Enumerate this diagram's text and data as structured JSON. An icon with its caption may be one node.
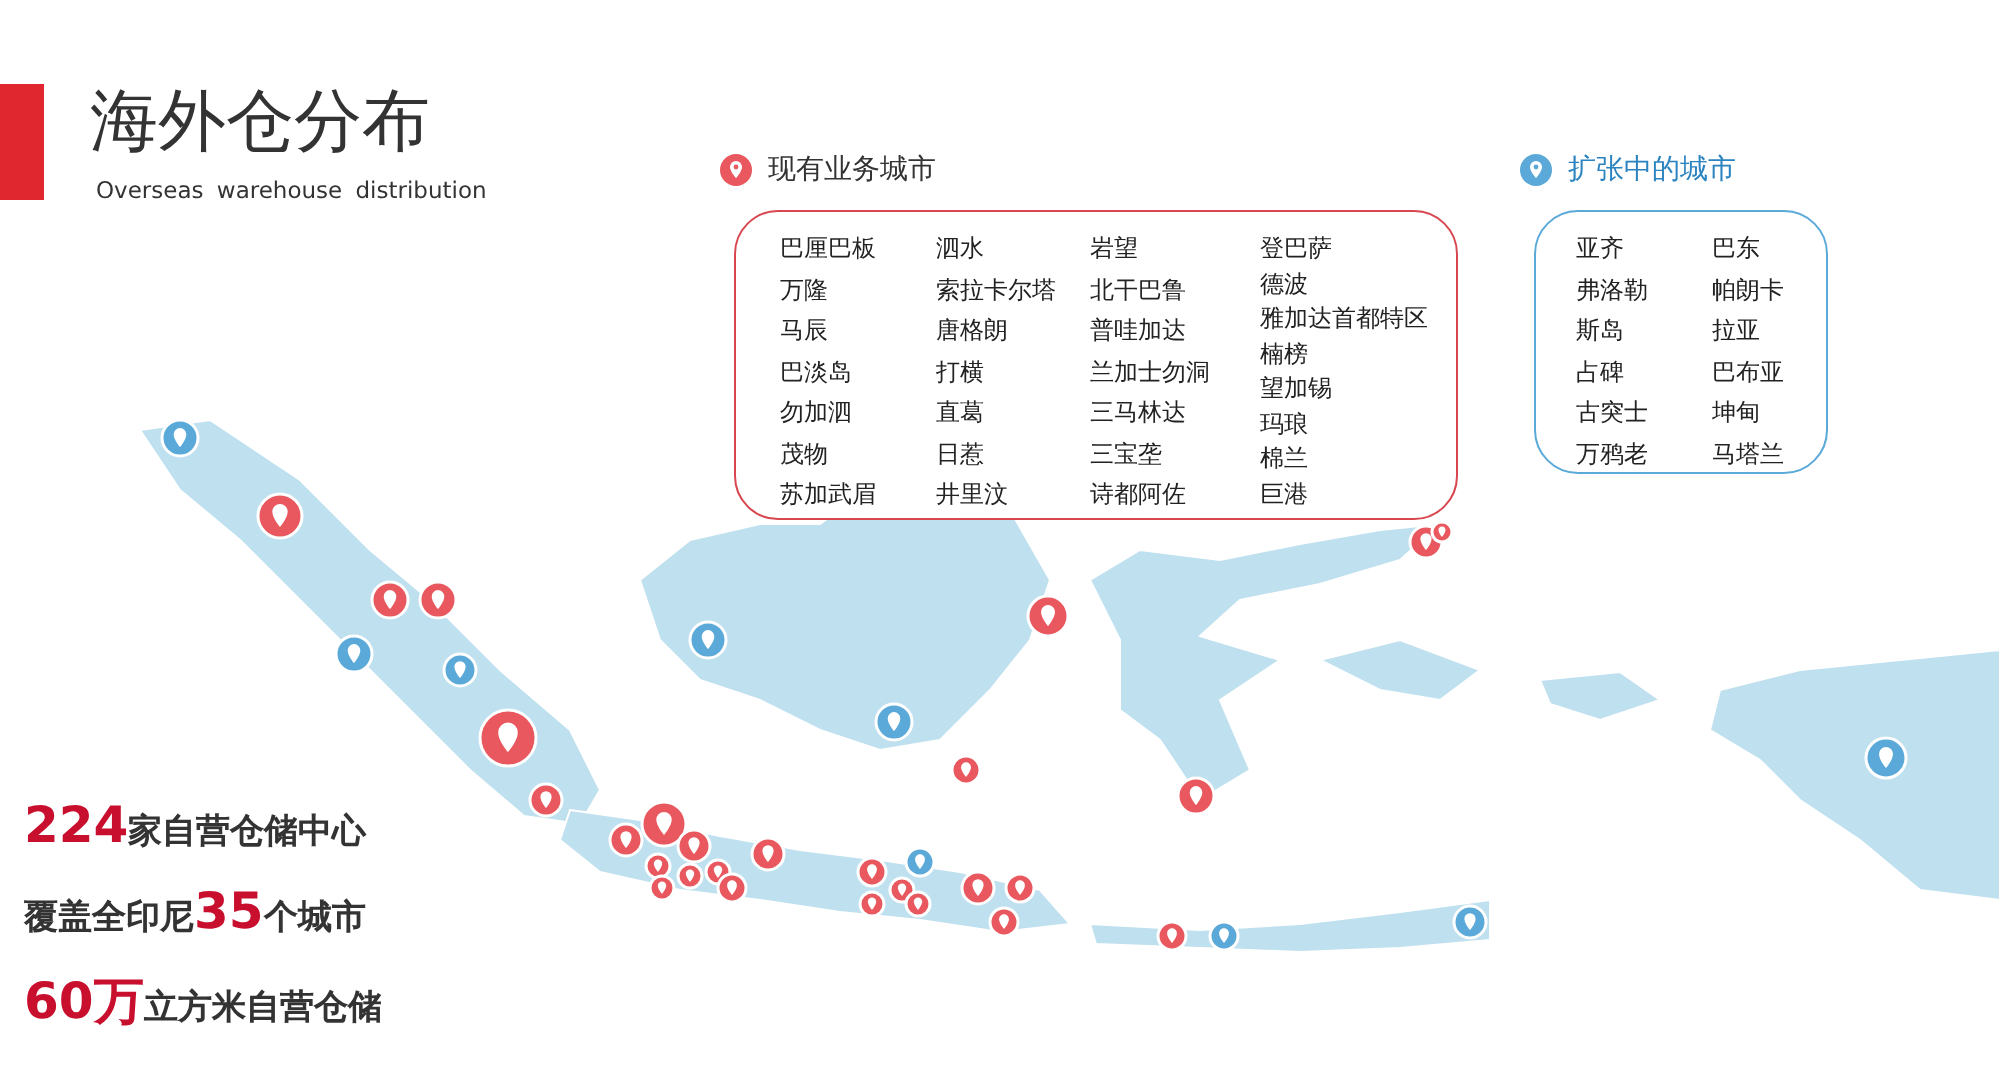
{
  "diagram": {
    "title": "海外仓分布",
    "nodes": [
      {
        "text": [
          "现有业务城市",
          "巴厘巴板",
          "万隆",
          "马辰",
          "巴淡岛",
          "勿加泗",
          "茂物",
          "苏加武眉",
          "泗水",
          "索拉卡尔塔",
          "唐格朗",
          "打横",
          "直葛",
          "日惹",
          "井里汶",
          "岩望",
          "北干巴鲁",
          "普哇加达",
          "兰加士勿洞",
          "三马林达",
          "三宝垄",
          "诗都阿佐",
          "登巴萨",
          "德波",
          "雅加达首都特区",
          "楠榜",
          "望加锡",
          "玛琅",
          "棉兰",
          "巨港"
        ]
      },
      {
        "text": [
          "扩张中的城市",
          "亚齐",
          "弗洛勒",
          "斯岛",
          "占碑",
          "古突士",
          "万鸦老",
          "巴东",
          "帕朗卡",
          "拉亚",
          "巴布亚",
          "坤甸",
          "马塔兰"
        ]
      }
    ],
    "labels": [
      "Overseas warehouse distribution",
      "**224**家自营仓储中心",
      "覆盖全印尼**35**个城市",
      "**60万**立方米自营仓储"
    ]
  }
}
